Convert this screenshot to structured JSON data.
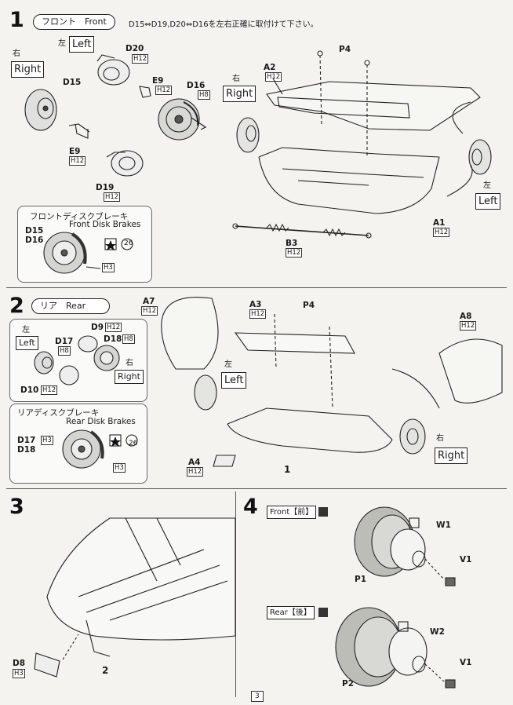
{
  "note": "D15⇔D19,D20⇔D16を左右正確に取付けて下さい。",
  "steps": [
    {
      "num": "1",
      "title": "フロント　Front"
    },
    {
      "num": "2",
      "title": "リア　Rear"
    },
    {
      "num": "3"
    },
    {
      "num": "4"
    }
  ],
  "dir": {
    "left_jp": "左",
    "left": "Left",
    "right_jp": "右",
    "right": "Right"
  },
  "s1": {
    "inset_title_jp": "フロントディスクブレーキ",
    "inset_title_en": "Front Disk Brakes",
    "inset_parts_a": "D15",
    "inset_parts_b": "D16",
    "inset_h": "H3",
    "inset_circle": "26",
    "d20": "D20",
    "h12": "H12",
    "d15": "D15",
    "e9": "E9",
    "d16": "D16",
    "h8": "H8",
    "d19": "D19",
    "a2": "A2",
    "p4": "P4",
    "a1": "A1",
    "b3": "B3"
  },
  "s2": {
    "inset_title_jp": "リアディスクブレーキ",
    "inset_title_en": "Rear Disk Brakes",
    "inset_parts_a": "D17",
    "inset_parts_b": "D18",
    "inset_h": "H3",
    "inset_circle": "26",
    "a7": "A7",
    "a3": "A3",
    "p4": "P4",
    "a8": "A8",
    "d9": "D9",
    "d17": "D17",
    "d18": "D18",
    "d10": "D10",
    "a4": "A4",
    "one": "1"
  },
  "s3": {
    "d8": "D8",
    "h3": "H3",
    "two": "2"
  },
  "s4": {
    "front_tag": "Front【前】",
    "rear_tag": "Rear【後】",
    "w1": "W1",
    "w2": "W2",
    "v1": "V1",
    "p1": "P1",
    "p2": "P2"
  },
  "page_number": "3"
}
